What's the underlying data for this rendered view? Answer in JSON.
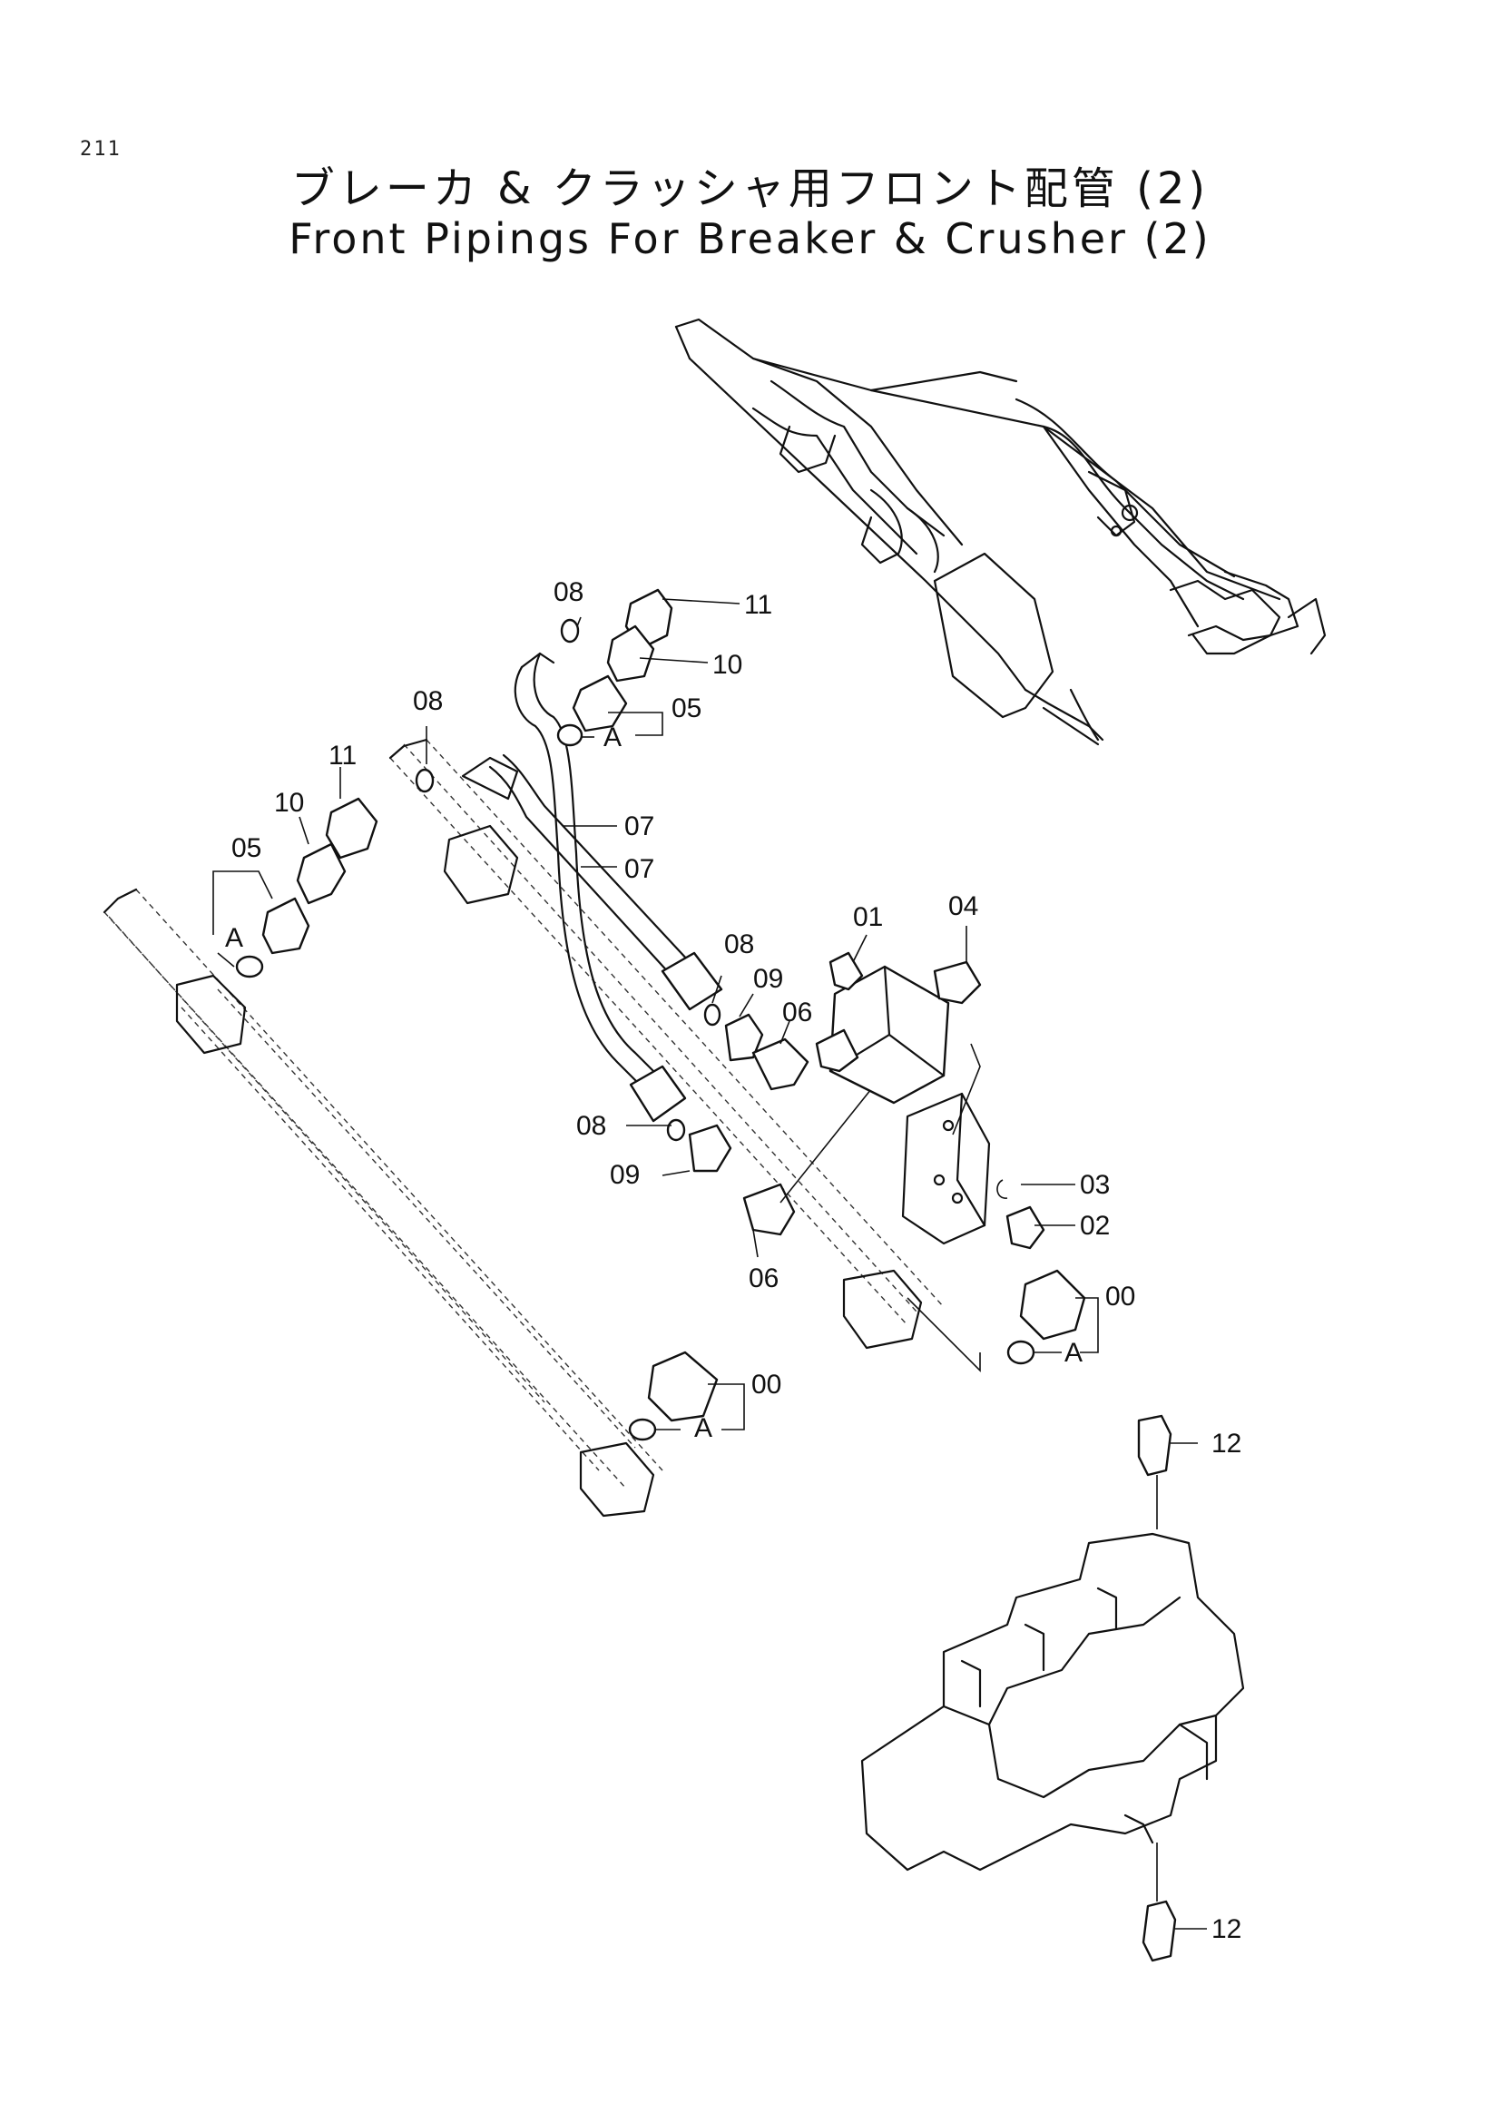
{
  "page_number": "211",
  "title_jp": "ブレーカ & クラッシャ用フロント配管 (2)",
  "title_en": "Front Pipings For Breaker & Crusher (2)",
  "callouts": {
    "c00a": "00",
    "c00b": "00",
    "c01": "01",
    "c02": "02",
    "c03": "03",
    "c04": "04",
    "c05a": "05",
    "c05b": "05",
    "c06a": "06",
    "c06b": "06",
    "c07a": "07",
    "c07b": "07",
    "c08a": "08",
    "c08b": "08",
    "c08c": "08",
    "c08d": "08",
    "c09a": "09",
    "c09b": "09",
    "c10a": "10",
    "c10b": "10",
    "c11a": "11",
    "c11b": "11",
    "c12a": "12",
    "c12b": "12",
    "a1": "A",
    "a2": "A",
    "a3": "A",
    "a4": "A"
  }
}
